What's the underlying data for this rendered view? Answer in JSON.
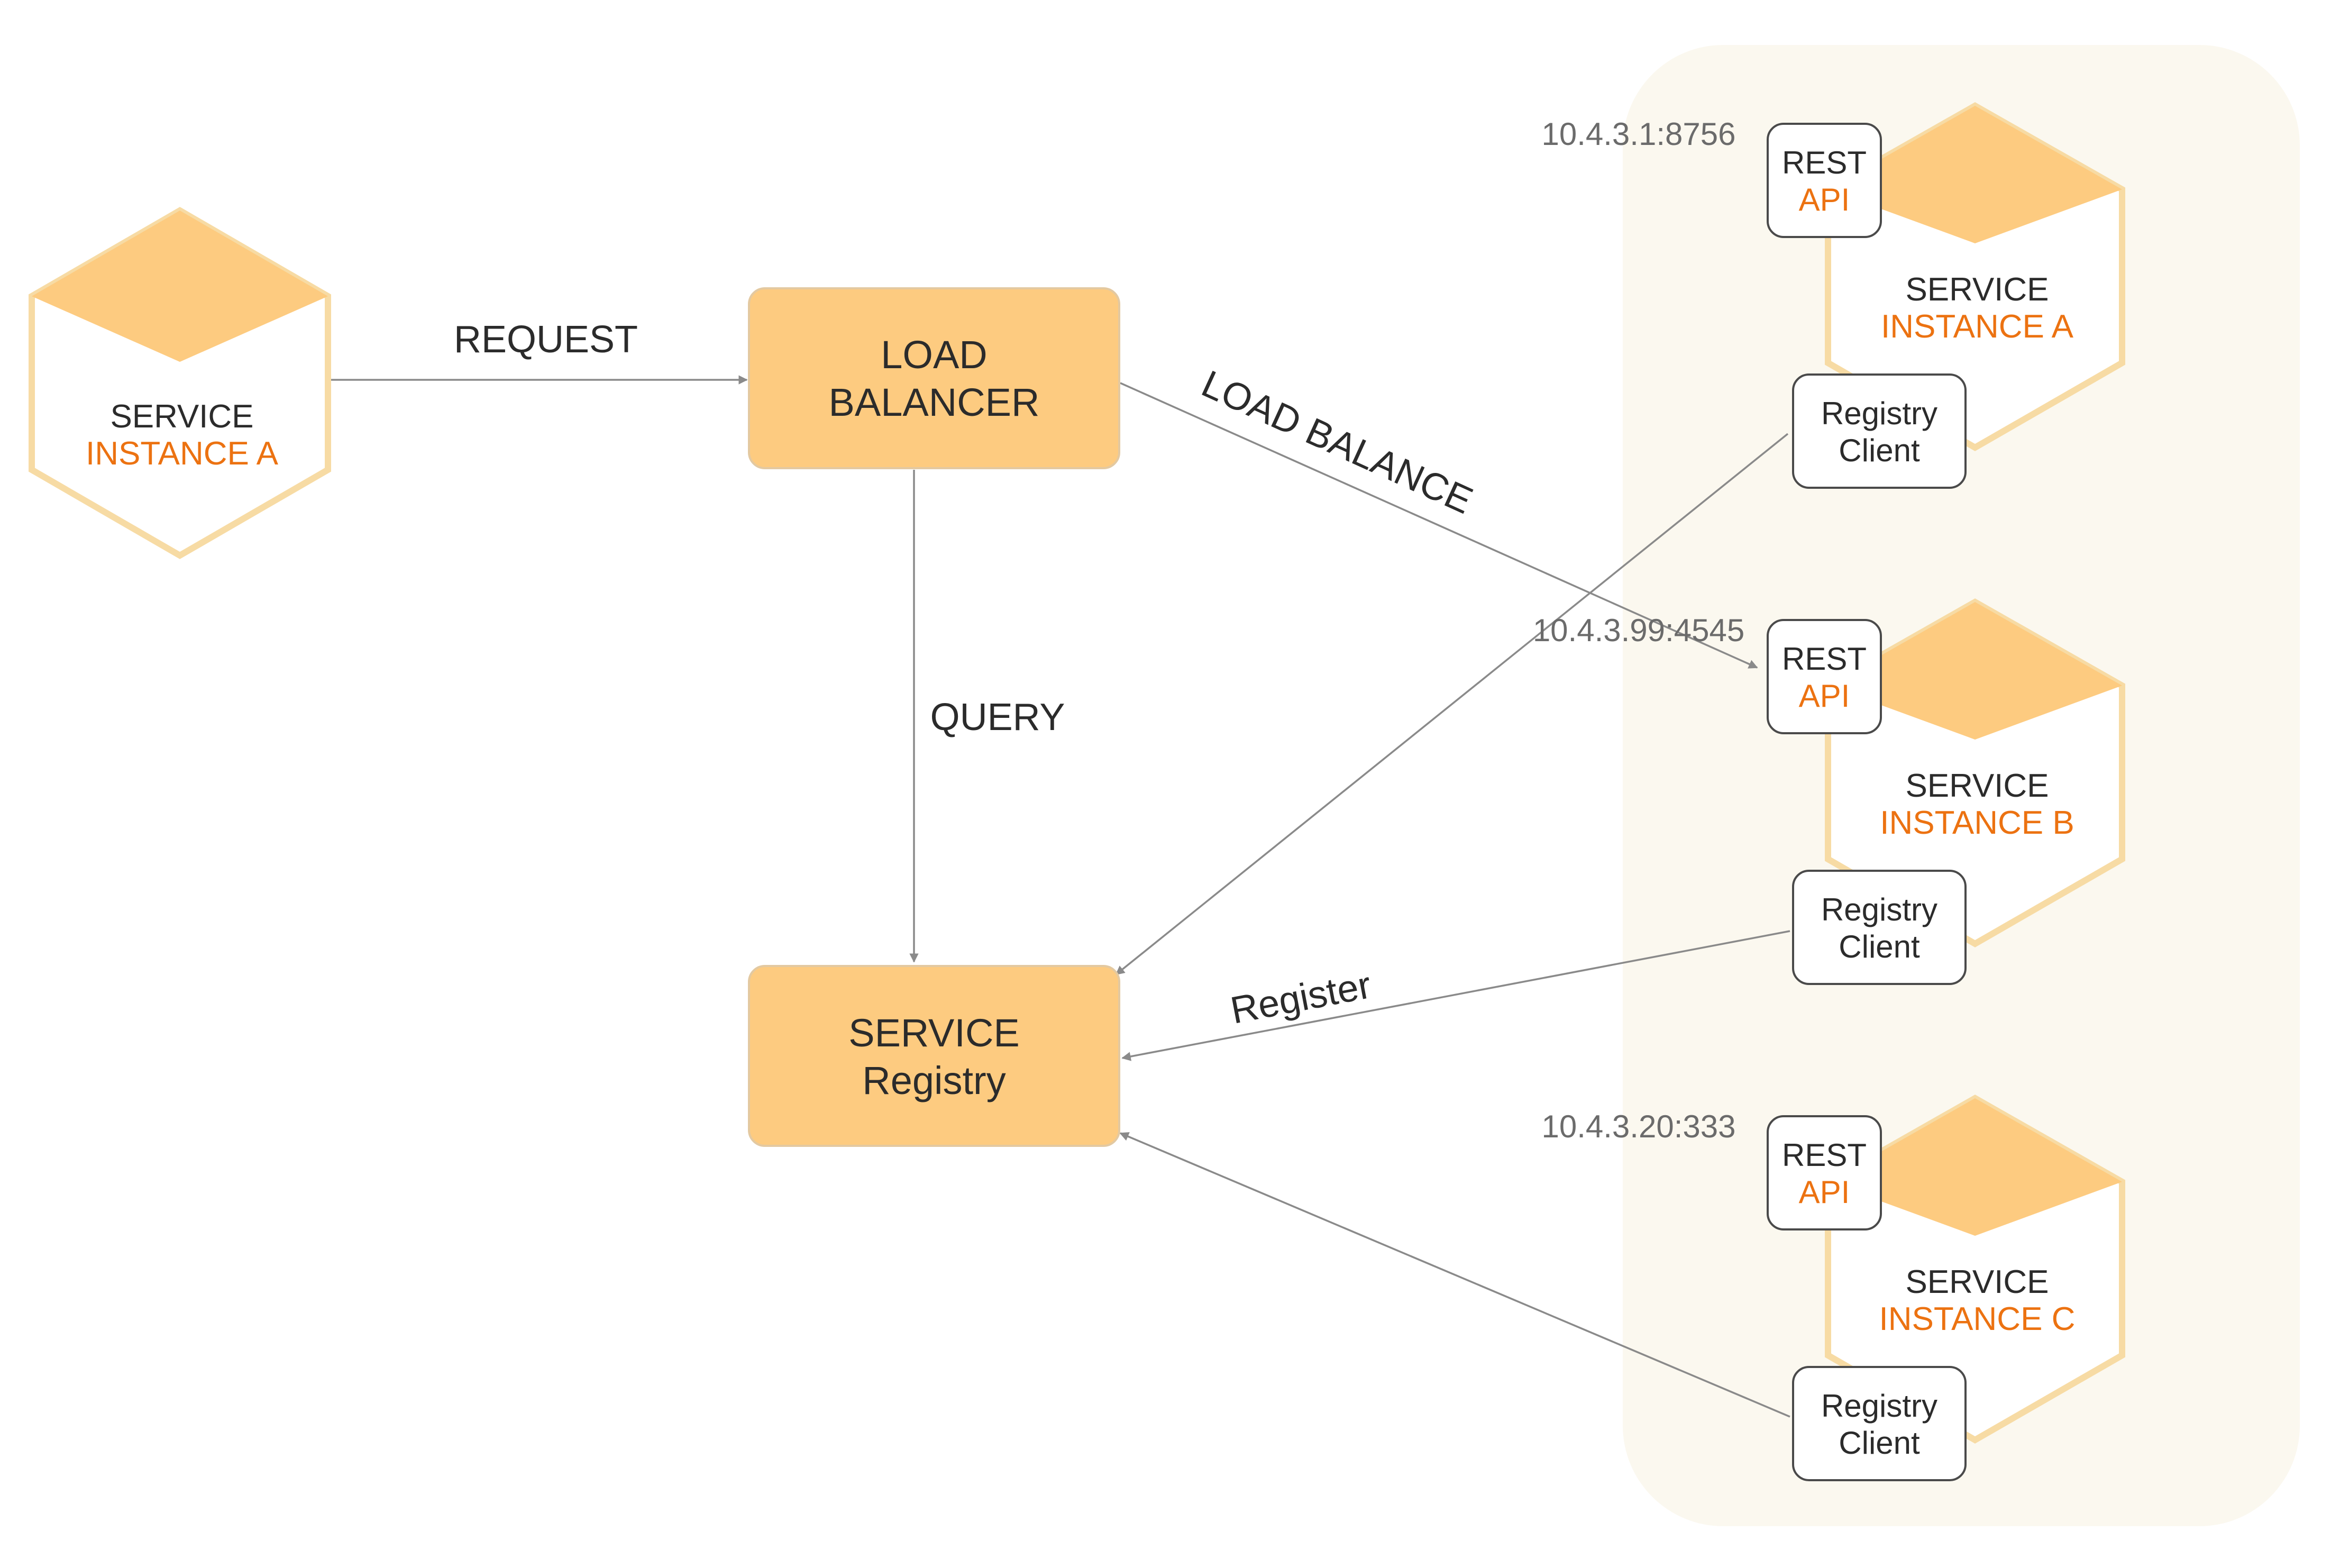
{
  "colors": {
    "hex_fill": "#fdcb80",
    "hex_outline": "#f7dba4",
    "box_fill": "#fdcb80",
    "box_border": "#e3c9a1",
    "panel_fill": "#fbf8ef",
    "orange_text": "#ec7211",
    "dark_text": "#2b2b2b",
    "gray_text": "#6b6b6b",
    "arrow": "#8a8a8a"
  },
  "client": {
    "line1": "SERVICE",
    "line2": "INSTANCE A"
  },
  "load_balancer": {
    "line1": "LOAD",
    "line2": "BALANCER"
  },
  "registry": {
    "line1": "SERVICE",
    "line2": "Registry"
  },
  "edges": {
    "request": "REQUEST",
    "load_balance": "LOAD BALANCE",
    "query": "QUERY",
    "register": "Register"
  },
  "instances": [
    {
      "address": "10.4.3.1:8756",
      "rest_line1": "REST",
      "rest_line2": "API",
      "service_line1": "SERVICE",
      "service_line2": "INSTANCE A",
      "client_line1": "Registry",
      "client_line2": "Client"
    },
    {
      "address": "10.4.3.99:4545",
      "rest_line1": "REST",
      "rest_line2": "API",
      "service_line1": "SERVICE",
      "service_line2": "INSTANCE B",
      "client_line1": "Registry",
      "client_line2": "Client"
    },
    {
      "address": "10.4.3.20:333",
      "rest_line1": "REST",
      "rest_line2": "API",
      "service_line1": "SERVICE",
      "service_line2": "INSTANCE C",
      "client_line1": "Registry",
      "client_line2": "Client"
    }
  ]
}
